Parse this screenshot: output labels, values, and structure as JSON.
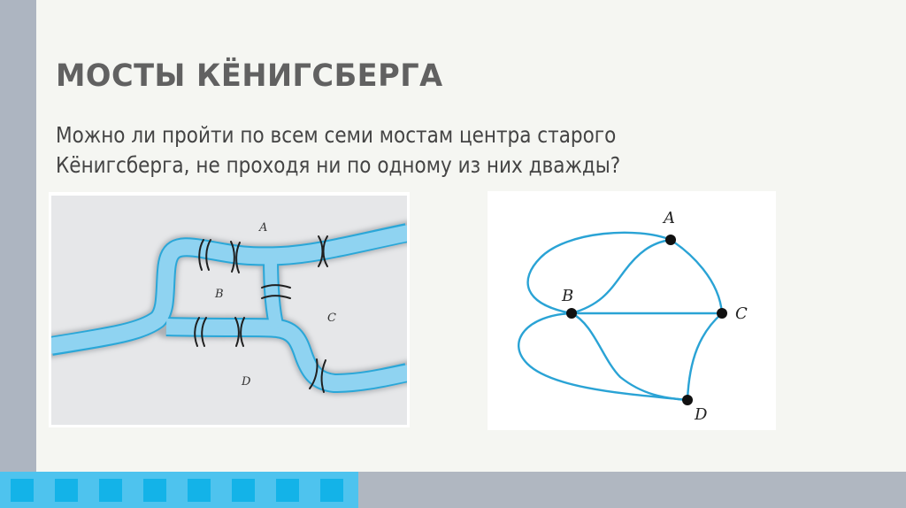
{
  "slide": {
    "title": "МОСТЫ КЁНИГСБЕРГА",
    "question_lines": [
      "Можно ли пройти по всем семи мостам центра старого",
      "Кёнигсберга, не проходя ни по одному из них дважды?"
    ]
  },
  "map": {
    "regions": {
      "A": "A",
      "B": "B",
      "C": "C",
      "D": "D"
    },
    "bridge_count": 7,
    "colors": {
      "land": "#e6e7e9",
      "water": "#8fd3f1",
      "shore": "#2aa7d8",
      "bridge": "#1f1f1f"
    }
  },
  "graph": {
    "nodes": {
      "A": "A",
      "B": "B",
      "C": "C",
      "D": "D"
    },
    "edges": [
      [
        "A",
        "B"
      ],
      [
        "A",
        "B"
      ],
      [
        "A",
        "C"
      ],
      [
        "B",
        "C"
      ],
      [
        "B",
        "D"
      ],
      [
        "B",
        "D"
      ],
      [
        "C",
        "D"
      ]
    ],
    "colors": {
      "edge": "#2aa3d5",
      "node": "#111111"
    }
  },
  "footer": {
    "square_count": 8,
    "colors": {
      "strip": "#4ec3ee",
      "square": "#13b3e8",
      "bar": "#b0b7c1"
    }
  }
}
